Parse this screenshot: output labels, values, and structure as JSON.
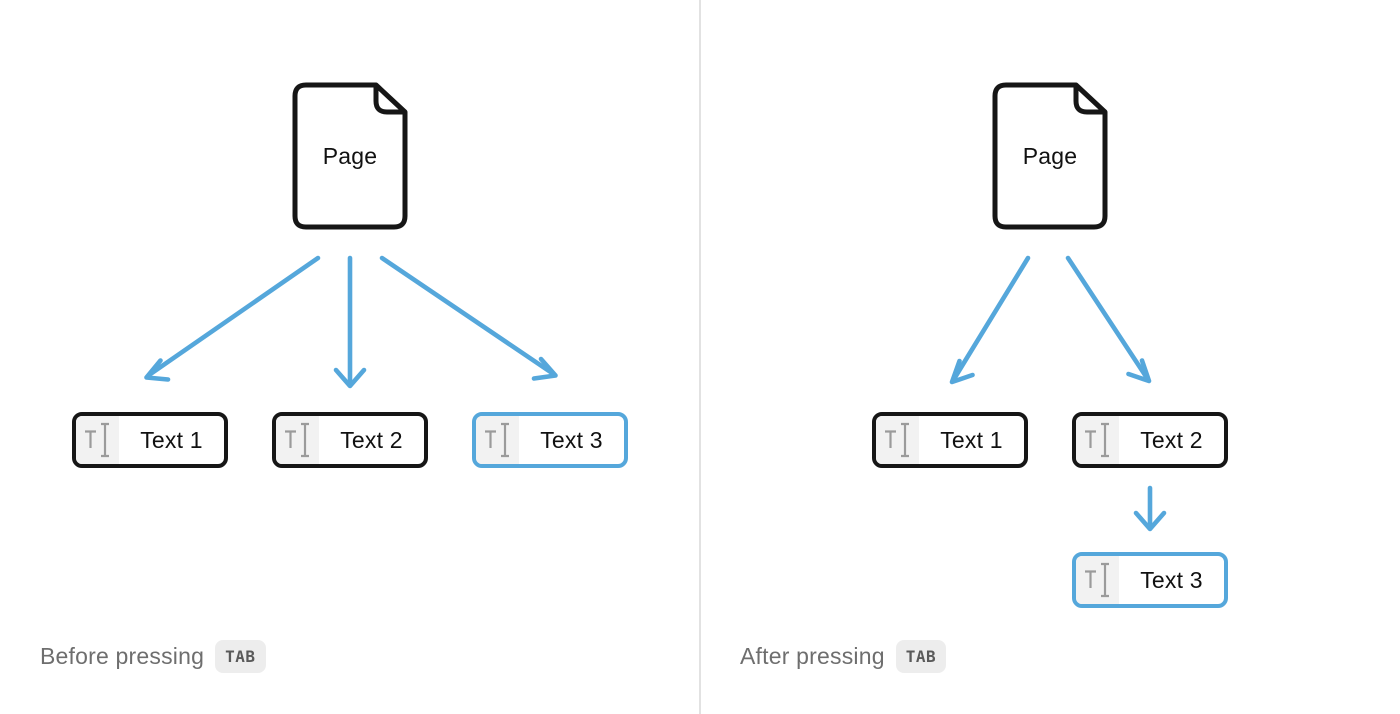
{
  "theme": {
    "accent_blue": "#55a7db",
    "stroke_black": "#161616",
    "icon_gray": "#9b9b9b",
    "icon_bg": "#f2f2f2",
    "caption_gray": "#6e6e6e",
    "kbd_bg": "#ededed",
    "kbd_text": "#5a5a5a",
    "divider": "#e2e2e2",
    "canvas_bg": "#ffffff"
  },
  "icons": {
    "page": "document-with-folded-corner",
    "text_block": "letter-T-with-text-cursor-ibeam"
  },
  "panels": {
    "before": {
      "page_label": "Page",
      "blocks": [
        {
          "label": "Text 1",
          "highlighted": false
        },
        {
          "label": "Text 2",
          "highlighted": false
        },
        {
          "label": "Text 3",
          "highlighted": true
        }
      ],
      "caption": "Before pressing",
      "kbd": "TAB"
    },
    "after": {
      "page_label": "Page",
      "blocks": [
        {
          "label": "Text 1",
          "highlighted": false
        },
        {
          "label": "Text 2",
          "highlighted": false
        },
        {
          "label": "Text 3",
          "highlighted": true
        }
      ],
      "caption": "After pressing",
      "kbd": "TAB"
    }
  }
}
